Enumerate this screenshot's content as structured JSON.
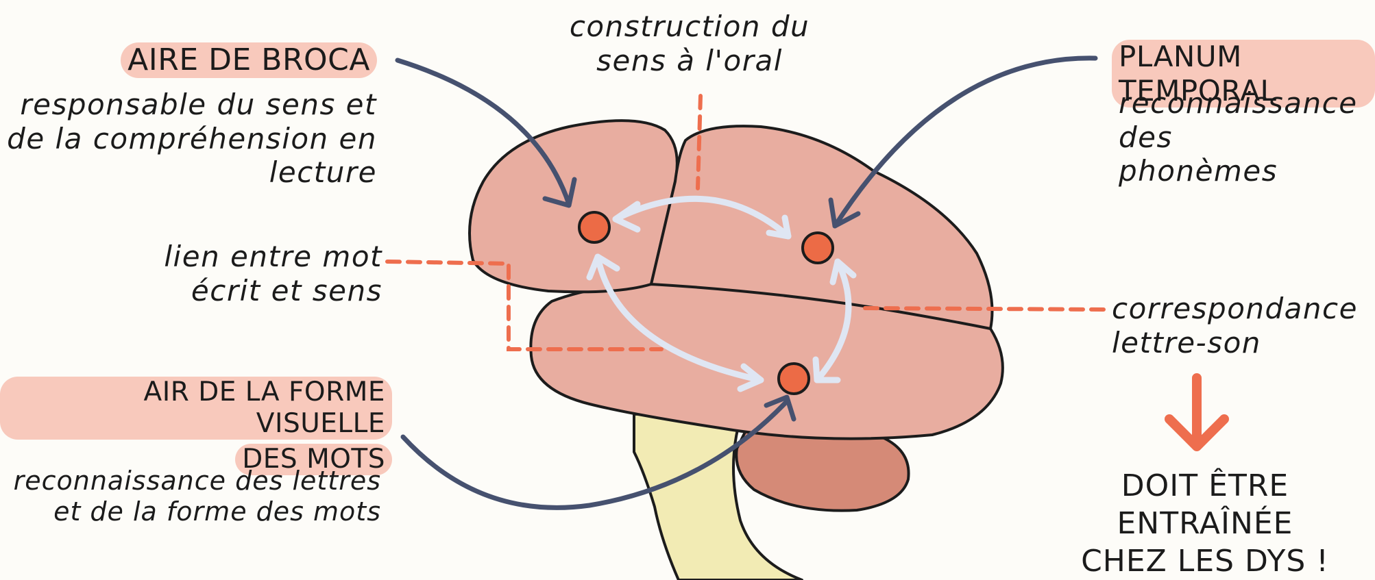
{
  "regions": {
    "broca": {
      "title": "AIRE DE BROCA",
      "line1": "responsable du sens et",
      "line2": "de la compréhension en",
      "line3": "lecture"
    },
    "oral": {
      "line1": "construction du",
      "line2": "sens à l'oral"
    },
    "planum": {
      "title": "PLANUM TEMPORAL",
      "line1": "reconnaissance des",
      "line2": "phonèmes"
    },
    "lien": {
      "line1": "lien entre mot",
      "line2": "écrit et sens"
    },
    "correspondance": {
      "line1": "correspondance",
      "line2": "lettre-son"
    },
    "visuelle": {
      "title1": "AIR DE LA FORME VISUELLE",
      "title2": "DES MOTS",
      "line1": "reconnaissance des lettres",
      "line2": "et de la forme  des mots"
    }
  },
  "conclusion": {
    "line1": "DOIT ÊTRE ENTRAÎNÉE",
    "line2": "CHEZ LES DYS !"
  },
  "colors": {
    "brain": "#e8ada0",
    "lobe": "#d68a78",
    "stem": "#f2ebb4",
    "area": "#ec6b46",
    "arrow_dark": "#46516f",
    "arrow_light": "#dfe6f3",
    "dash": "#ee6e4e",
    "highlight": "#f8c9bc"
  }
}
